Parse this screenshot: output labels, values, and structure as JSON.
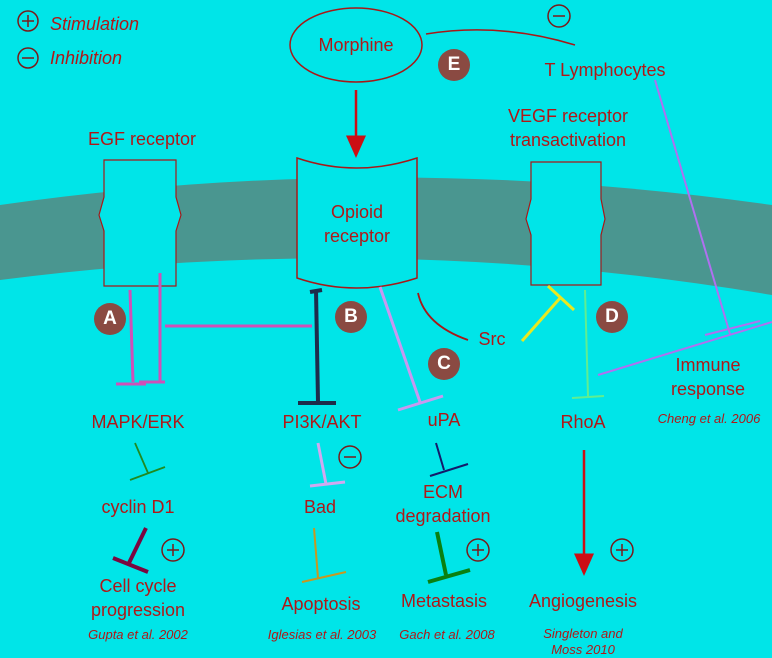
{
  "legend": {
    "stimulation": "Stimulation",
    "inhibition": "Inhibition"
  },
  "nodes": {
    "morphine": "Morphine",
    "t_lymphocytes": "T Lymphocytes",
    "egf_receptor": "EGF receptor",
    "vegf_receptor_line1": "VEGF receptor",
    "vegf_receptor_line2": "transactivation",
    "opioid_receptor_line1": "Opioid",
    "opioid_receptor_line2": "receptor",
    "src": "Src",
    "immune_response_line1": "Immune",
    "immune_response_line2": "response",
    "mapk_erk": "MAPK/ERK",
    "cyclin_d1": "cyclin D1",
    "cell_cycle_line1": "Cell cycle",
    "cell_cycle_line2": "progression",
    "pi3k_akt": "PI3K/AKT",
    "bad": "Bad",
    "apoptosis": "Apoptosis",
    "upa": "uPA",
    "ecm_line1": "ECM",
    "ecm_line2": "degradation",
    "metastasis": "Metastasis",
    "rhoa": "RhoA",
    "angiogenesis": "Angiogenesis"
  },
  "badges": {
    "a": "A",
    "b": "B",
    "c": "C",
    "d": "D",
    "e": "E"
  },
  "references": {
    "cheng": "Cheng et al. 2006",
    "gupta": "Gupta et al. 2002",
    "iglesias": "Iglesias et al. 2003",
    "gach": "Gach et al. 2008",
    "singleton_line1": "Singleton and",
    "singleton_line2": "Moss 2010"
  },
  "colors": {
    "background": "#00e5e8",
    "membrane": "#4a9690",
    "label": "#b01818",
    "badge": "#8a4a42",
    "stimulation_arrow": "#cc0e14",
    "mapk_path": "#d050b8",
    "pi3k_path": "#1e2c4a",
    "upa_path": "#c898f0",
    "src_path": "#e8e820",
    "rhoa_path": "#60ee90",
    "immune_path": "#b070f0",
    "cyclin_path": "#208a20",
    "cell_cycle_path": "#7a0640",
    "bad_path": "#d0a8f0",
    "apoptosis_path": "#c89820",
    "ecm_path": "#141a6a",
    "metastasis_path": "#0a8010"
  }
}
